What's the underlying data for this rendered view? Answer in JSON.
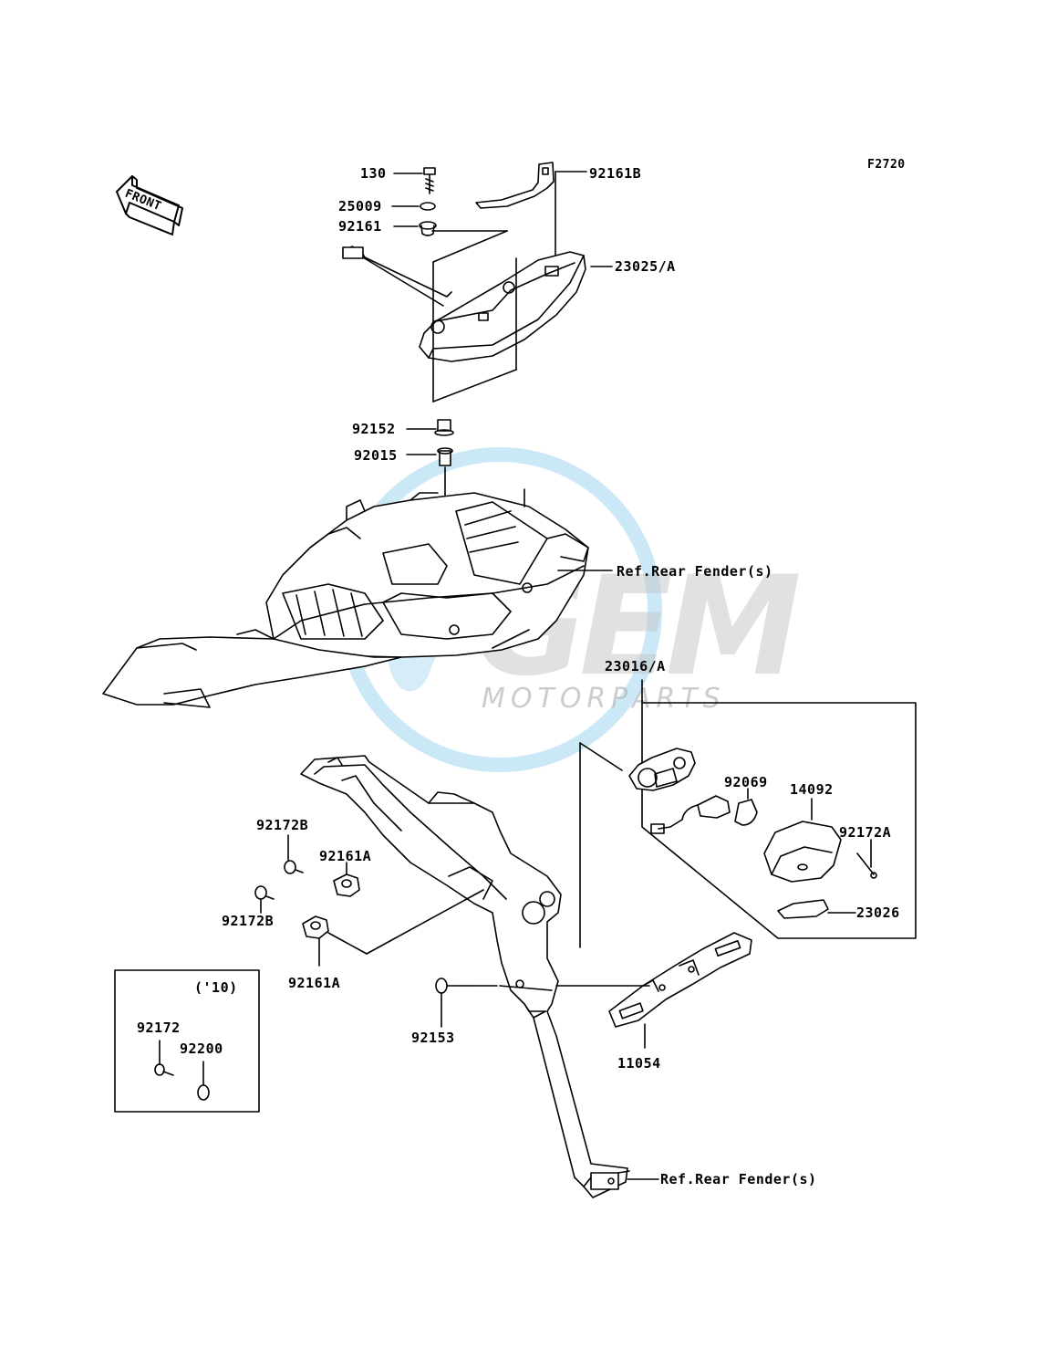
{
  "diagram": {
    "figure_code": "F2720",
    "front_label": "FRONT",
    "watermark": {
      "brand": "GEM",
      "sub": "MOTORPARTS"
    },
    "inset_year": "('10)",
    "parts": [
      "130",
      "25009",
      "92161",
      "92161B",
      "23025/A",
      "92152",
      "92015",
      "23016/A",
      "92069",
      "14092",
      "92172A",
      "23026",
      "92172B",
      "92172B",
      "92161A",
      "92161A",
      "92153",
      "11054",
      "92172",
      "92200"
    ],
    "references": [
      "Ref.Rear Fender(s)",
      "Ref.Rear Fender(s)"
    ]
  },
  "colors": {
    "ink": "#000000",
    "paper": "#ffffff",
    "watermark_blue": "#7ec8ea",
    "watermark_grey": "#b4b8bd"
  }
}
